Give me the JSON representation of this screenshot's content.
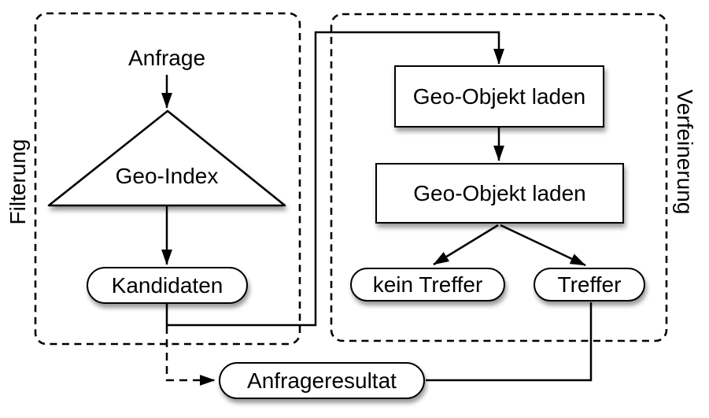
{
  "diagram": {
    "title_hint": "geo query processing flow",
    "colors": {
      "background": "#ffffff",
      "line": "#000000",
      "shape_fill": "#ffffff",
      "shadow": "rgba(0,0,0,0.40)"
    },
    "regions": {
      "filtering": {
        "label": "Filterung"
      },
      "refinement": {
        "label": "Verfeinerung"
      }
    },
    "nodes": {
      "anfrage": {
        "label": "Anfrage",
        "shape": "text"
      },
      "geo_index": {
        "label": "Geo-Index",
        "shape": "triangle"
      },
      "kandidaten": {
        "label": "Kandidaten",
        "shape": "pill"
      },
      "load_geo_object_1": {
        "label": "Geo-Objekt laden",
        "shape": "rect"
      },
      "load_geo_object_2": {
        "label": "Geo-Objekt laden",
        "shape": "rect"
      },
      "kein_treffer": {
        "label": "kein Treffer",
        "shape": "pill"
      },
      "treffer": {
        "label": "Treffer",
        "shape": "pill"
      },
      "anfrageresultat": {
        "label": "Anfrageresultat",
        "shape": "pill"
      }
    },
    "edges": [
      {
        "from": "anfrage",
        "to": "geo_index",
        "style": "solid-arrow"
      },
      {
        "from": "geo_index",
        "to": "kandidaten",
        "style": "solid-arrow"
      },
      {
        "from": "kandidaten",
        "to": "load_geo_object_1",
        "style": "solid-arrow"
      },
      {
        "from": "load_geo_object_1",
        "to": "load_geo_object_2",
        "style": "solid-arrow"
      },
      {
        "from": "load_geo_object_2",
        "to": "kein_treffer",
        "style": "solid-arrow"
      },
      {
        "from": "load_geo_object_2",
        "to": "treffer",
        "style": "solid-arrow"
      },
      {
        "from": "kandidaten",
        "to": "anfrageresultat",
        "style": "dashed-arrow"
      },
      {
        "from": "treffer",
        "to": "anfrageresultat",
        "style": "solid-line"
      }
    ]
  }
}
